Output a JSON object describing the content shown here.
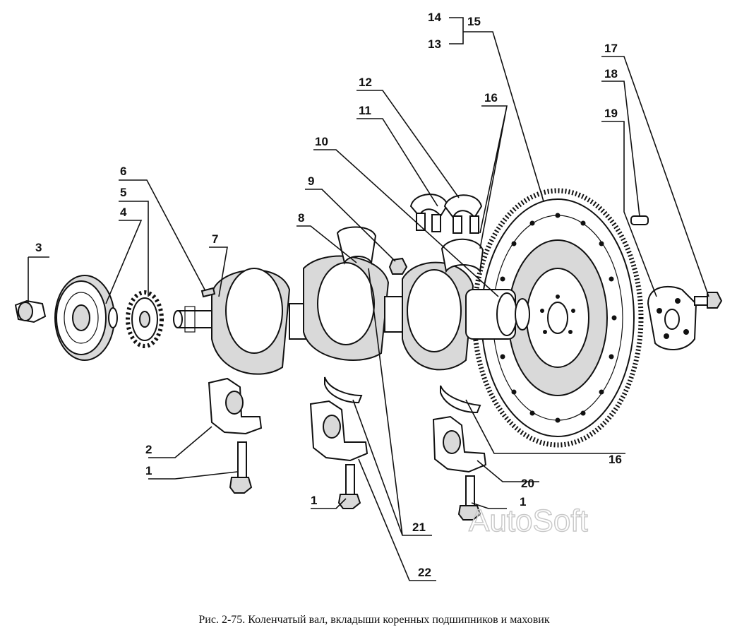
{
  "labels": {
    "l1a": "1",
    "l1b": "1",
    "l1c": "1",
    "l2": "2",
    "l3": "3",
    "l4": "4",
    "l5": "5",
    "l6": "6",
    "l7": "7",
    "l8": "8",
    "l9": "9",
    "l10": "10",
    "l11": "11",
    "l12": "12",
    "l13": "13",
    "l14": "14",
    "l15": "15",
    "l16a": "16",
    "l16b": "16",
    "l17": "17",
    "l18": "18",
    "l19": "19",
    "l20": "20",
    "l21": "21",
    "l22": "22"
  },
  "caption": "Рис. 2-75. Коленчатый вал, вкладыши коренных подшипников и маховик",
  "watermark": "AutoSoft"
}
